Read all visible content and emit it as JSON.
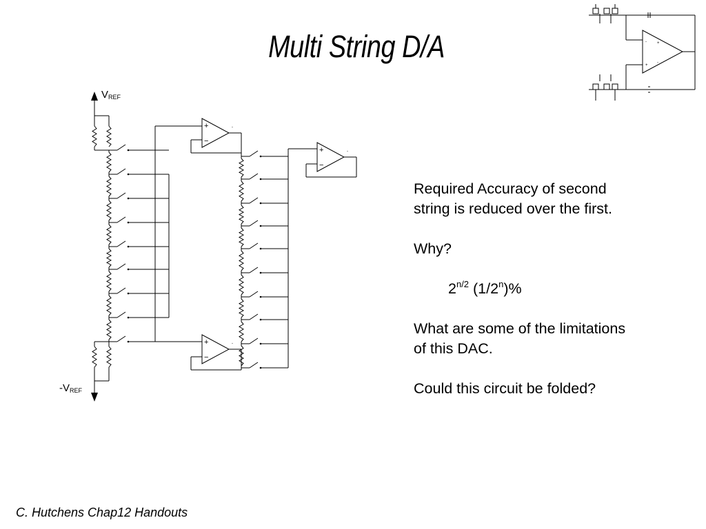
{
  "title": "Multi String D/A",
  "circuit": {
    "vref_top": {
      "main": "V",
      "sub": "REF"
    },
    "vref_bottom": {
      "main": "-V",
      "sub": "REF"
    },
    "opamp_plus": "+",
    "opamp_minus": "−"
  },
  "text": {
    "line1": "Required Accuracy of second",
    "line2": "string is reduced over the first.",
    "why": "Why?",
    "formula": {
      "base1": "2",
      "exp1": "n/2",
      "mid": " (1/2",
      "exp2": "n",
      "end": ")%"
    },
    "limits1": "What are some of the limitations",
    "limits2": "of this DAC.",
    "folded": "Could this circuit be folded?"
  },
  "footer": "C. Hutchens Chap12 Handouts"
}
